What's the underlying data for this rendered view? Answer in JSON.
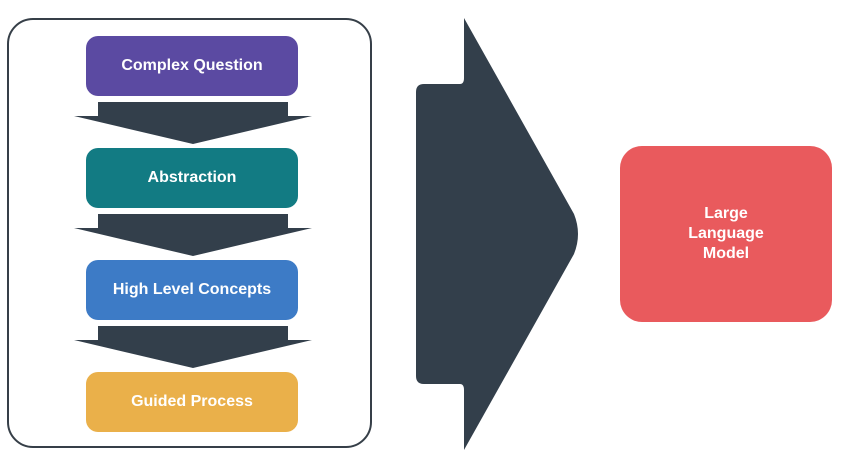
{
  "steps": [
    {
      "label": "Complex Question",
      "color": "#5b4aa2"
    },
    {
      "label": "Abstraction",
      "color": "#127b83"
    },
    {
      "label": "High Level Concepts",
      "color": "#3d7bc6"
    },
    {
      "label": "Guided Process",
      "color": "#eab04a"
    }
  ],
  "target": {
    "label": "Large Language Model",
    "color": "#e95a5d"
  },
  "colors": {
    "arrow": "#333f4b",
    "border": "#363f48",
    "background": "#ffffff"
  }
}
